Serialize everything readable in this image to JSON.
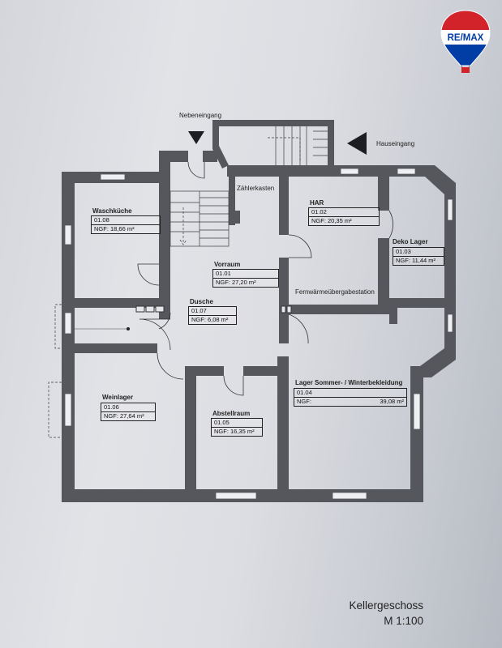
{
  "plan": {
    "title": "Kellergeschoss",
    "scale": "M 1:100"
  },
  "entrances": {
    "side": "Nebeneingang",
    "main": "Hauseingang"
  },
  "labels": {
    "meter": "Zählerkasten",
    "heating": "Fernwärmeübergabestation"
  },
  "rooms": [
    {
      "name": "Waschküche",
      "number": "01.08",
      "area": "NGF: 18,66 m²"
    },
    {
      "name": "HAR",
      "number": "01.02",
      "area": "NGF: 20,35 m²"
    },
    {
      "name": "Deko Lager",
      "number": "01.03",
      "area": "NGF: 11,44 m²"
    },
    {
      "name": "Vorraum",
      "number": "01.01",
      "area": "NGF: 27,20 m²"
    },
    {
      "name": "Dusche",
      "number": "01.07",
      "area": "NGF: 6,08 m²"
    },
    {
      "name": "Weinlager",
      "number": "01.06",
      "area": "NGF: 27,64 m²"
    },
    {
      "name": "Abstellraum",
      "number": "01.05",
      "area": "NGF: 16,35 m²"
    },
    {
      "name": "Lager Sommer- / Winterbekleidung",
      "number": "01.04",
      "area_label": "NGF:",
      "area_value": "39,08 m²"
    }
  ],
  "logo": {
    "text": "RE/MAX",
    "colors": {
      "red": "#d2232a",
      "blue": "#003da5",
      "white": "#ffffff"
    }
  },
  "colors": {
    "wall": "#55575d",
    "paper": "#dcdde2"
  }
}
